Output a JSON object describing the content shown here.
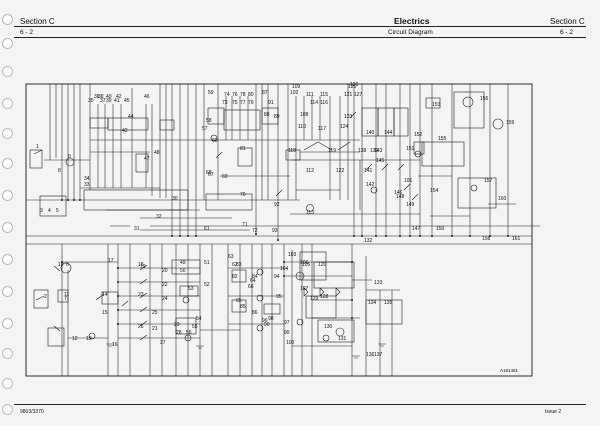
{
  "header": {
    "section_left": "Section C",
    "page_left": "6 - 2",
    "title": "Electrics",
    "subtitle": "Circuit Diagram",
    "section_right": "Section C",
    "page_right": "6 - 2"
  },
  "diagram": {
    "component_numbers": [
      "1",
      "2",
      "3",
      "4",
      "5",
      "6",
      "7",
      "8",
      "9",
      "10",
      "11",
      "12",
      "13",
      "14",
      "15",
      "16",
      "17",
      "18",
      "19",
      "20",
      "21",
      "22",
      "23",
      "24",
      "25",
      "26",
      "27",
      "28",
      "29",
      "30",
      "31",
      "32",
      "33",
      "34",
      "35",
      "36",
      "37",
      "38",
      "39",
      "40",
      "41",
      "42",
      "43",
      "44",
      "45",
      "46",
      "47",
      "48",
      "49",
      "50",
      "51",
      "52",
      "53",
      "54",
      "55",
      "56",
      "57",
      "58",
      "59",
      "60",
      "61",
      "62",
      "63",
      "64",
      "65",
      "66",
      "67",
      "68",
      "69",
      "70",
      "71",
      "72",
      "73",
      "74",
      "75",
      "76",
      "77",
      "78",
      "79",
      "80",
      "81",
      "82",
      "83",
      "84",
      "85",
      "86",
      "87",
      "88",
      "89",
      "90",
      "91",
      "92",
      "93",
      "94",
      "95",
      "96",
      "97",
      "98",
      "99",
      "100",
      "101",
      "102",
      "103",
      "104",
      "105",
      "106",
      "107",
      "108",
      "109",
      "110",
      "111",
      "112",
      "113",
      "114",
      "115",
      "116",
      "117",
      "118",
      "119",
      "120",
      "121",
      "122",
      "123",
      "124",
      "125",
      "126",
      "127",
      "128",
      "129",
      "130",
      "131",
      "132",
      "133",
      "134",
      "135",
      "136",
      "137",
      "138",
      "139",
      "140",
      "141",
      "142",
      "143",
      "144",
      "145",
      "146",
      "147",
      "148",
      "149",
      "150",
      "151",
      "152",
      "153",
      "154",
      "155",
      "156",
      "157",
      "158",
      "159",
      "160",
      "161"
    ],
    "drawing_ref": "A181481"
  },
  "footer": {
    "doc_number": "9803/3370",
    "issue": "Issue 2"
  }
}
